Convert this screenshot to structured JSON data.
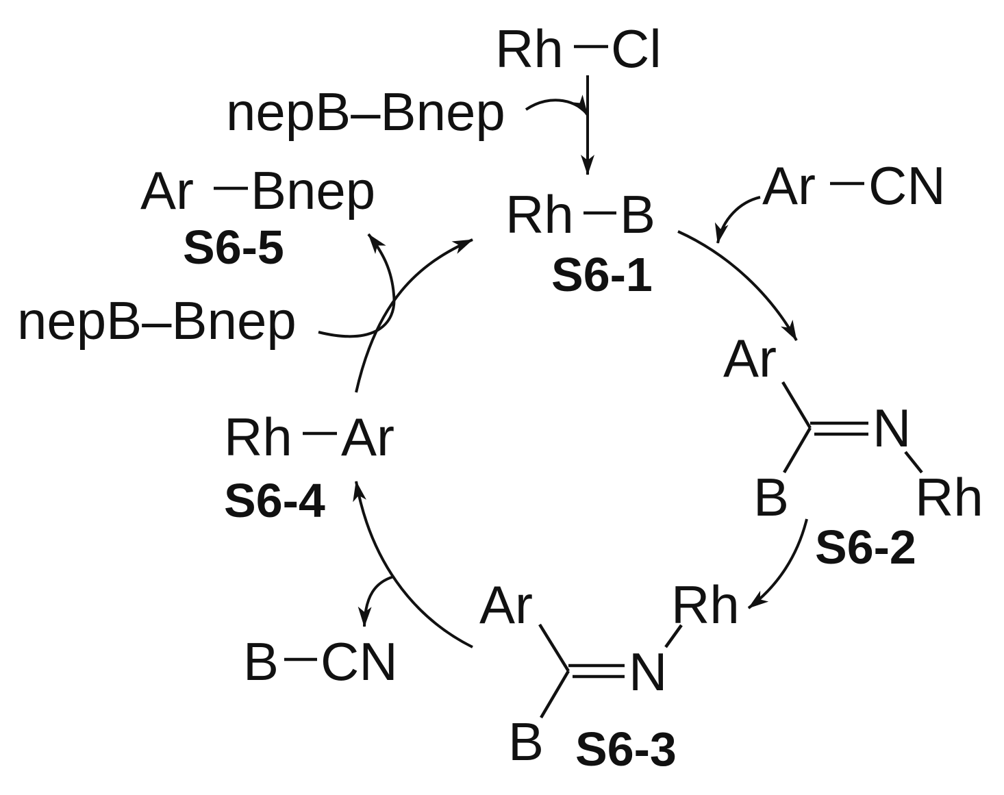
{
  "colors": {
    "ink": "#111111",
    "background": "#ffffff"
  },
  "precatalyst": {
    "metal": "Rh",
    "ligand": "Cl"
  },
  "reagents": {
    "diboron_top": "nepB–Bnep",
    "diboron_left": "nepB–Bnep",
    "nitrile": {
      "aryl": "Ar",
      "group": "CN"
    }
  },
  "intermediates": {
    "s6_1": {
      "id": "S6-1",
      "metal": "Rh",
      "boron": "B"
    },
    "s6_2": {
      "id": "S6-2",
      "aryl": "Ar",
      "nitrogen": "N",
      "boron": "B",
      "metal": "Rh"
    },
    "s6_3": {
      "id": "S6-3",
      "aryl": "Ar",
      "metal": "Rh",
      "nitrogen": "N",
      "boron": "B"
    },
    "s6_4": {
      "id": "S6-4",
      "metal": "Rh",
      "aryl": "Ar"
    }
  },
  "products": {
    "s6_5": {
      "id": "S6-5",
      "aryl": "Ar",
      "boryl": "Bnep"
    },
    "byproduct": {
      "boron": "B",
      "group": "CN"
    }
  }
}
